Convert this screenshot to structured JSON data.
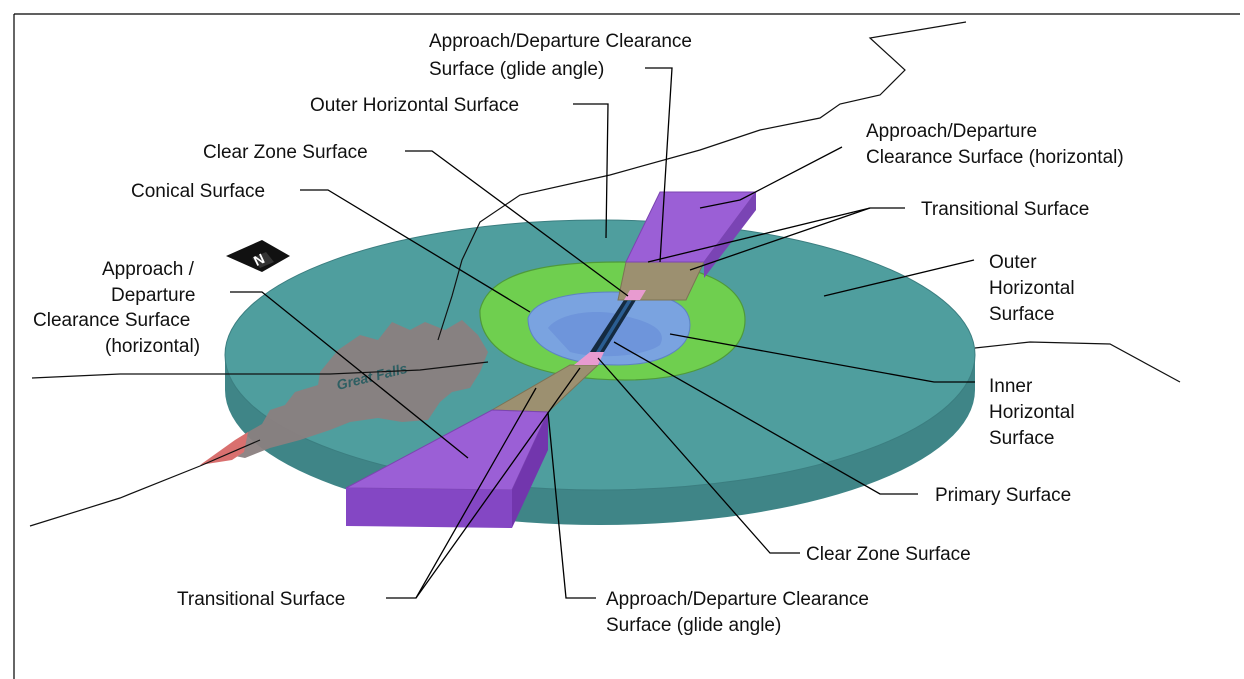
{
  "labels": {
    "approach_glide_top_l1": "Approach/Departure Clearance",
    "approach_glide_top_l2": "Surface (glide angle)",
    "outer_horizontal_top": "Outer Horizontal Surface",
    "clear_zone_top": "Clear Zone Surface",
    "conical": "Conical Surface",
    "approach_horiz_left_l1": "Approach /",
    "approach_horiz_left_l2": "Departure",
    "approach_horiz_left_l3": "Clearance Surface",
    "approach_horiz_left_l4": "(horizontal)",
    "approach_horiz_right_l1": "Approach/Departure",
    "approach_horiz_right_l2": "Clearance Surface (horizontal)",
    "transitional_right": "Transitional Surface",
    "outer_horizontal_right_l1": "Outer",
    "outer_horizontal_right_l2": "Horizontal",
    "outer_horizontal_right_l3": "Surface",
    "inner_horizontal_l1": "Inner",
    "inner_horizontal_l2": "Horizontal",
    "inner_horizontal_l3": "Surface",
    "primary": "Primary Surface",
    "clear_zone_bottom": "Clear Zone Surface",
    "transitional_bottom": "Transitional Surface",
    "approach_glide_bottom_l1": "Approach/Departure Clearance",
    "approach_glide_bottom_l2": "Surface (glide angle)"
  },
  "map_labels": {
    "city": "Great Falls",
    "north": "N"
  },
  "colors": {
    "outer_horizontal": "#4f9e9e",
    "outer_edge": "#3f8587",
    "conical": "#6fcf4f",
    "inner_horizontal": "#7aa3e0",
    "approach_horizontal": "#9b5fd6",
    "approach_glide": "#9c9070",
    "clear_zone": "#e89bd0",
    "city": "#8a7f80",
    "city_edge": "#d9706f"
  }
}
